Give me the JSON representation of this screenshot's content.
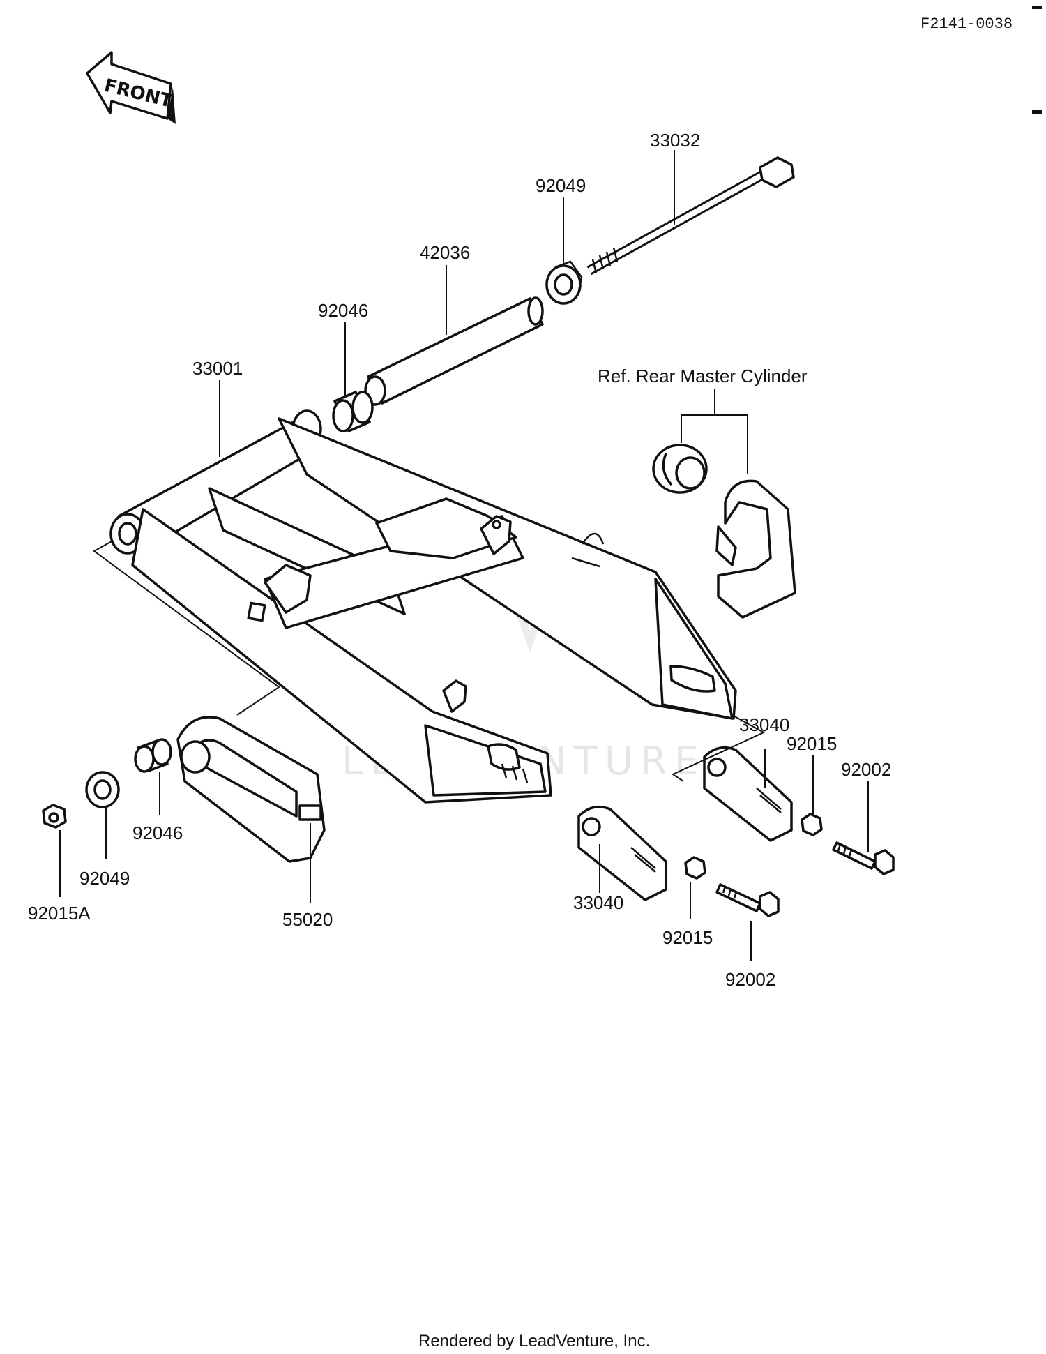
{
  "diagram_code": "F2141-0038",
  "front_arrow": "FRONT",
  "credit": "Rendered by LeadVenture, Inc.",
  "watermark": "LEADVENTURE",
  "callouts": {
    "c33032": "33032",
    "c92049_top": "92049",
    "c42036": "42036",
    "c92046_top": "92046",
    "c33001": "33001",
    "ref_master_cyl": "Ref. Rear Master Cylinder",
    "c33040_right": "33040",
    "c92015_right": "92015",
    "c92002_right": "92002",
    "c33040_mid": "33040",
    "c92015_mid": "92015",
    "c92002_mid": "92002",
    "c92046_bottom": "92046",
    "c92049_bottom": "92049",
    "c92015A": "92015A",
    "c55020": "55020"
  }
}
